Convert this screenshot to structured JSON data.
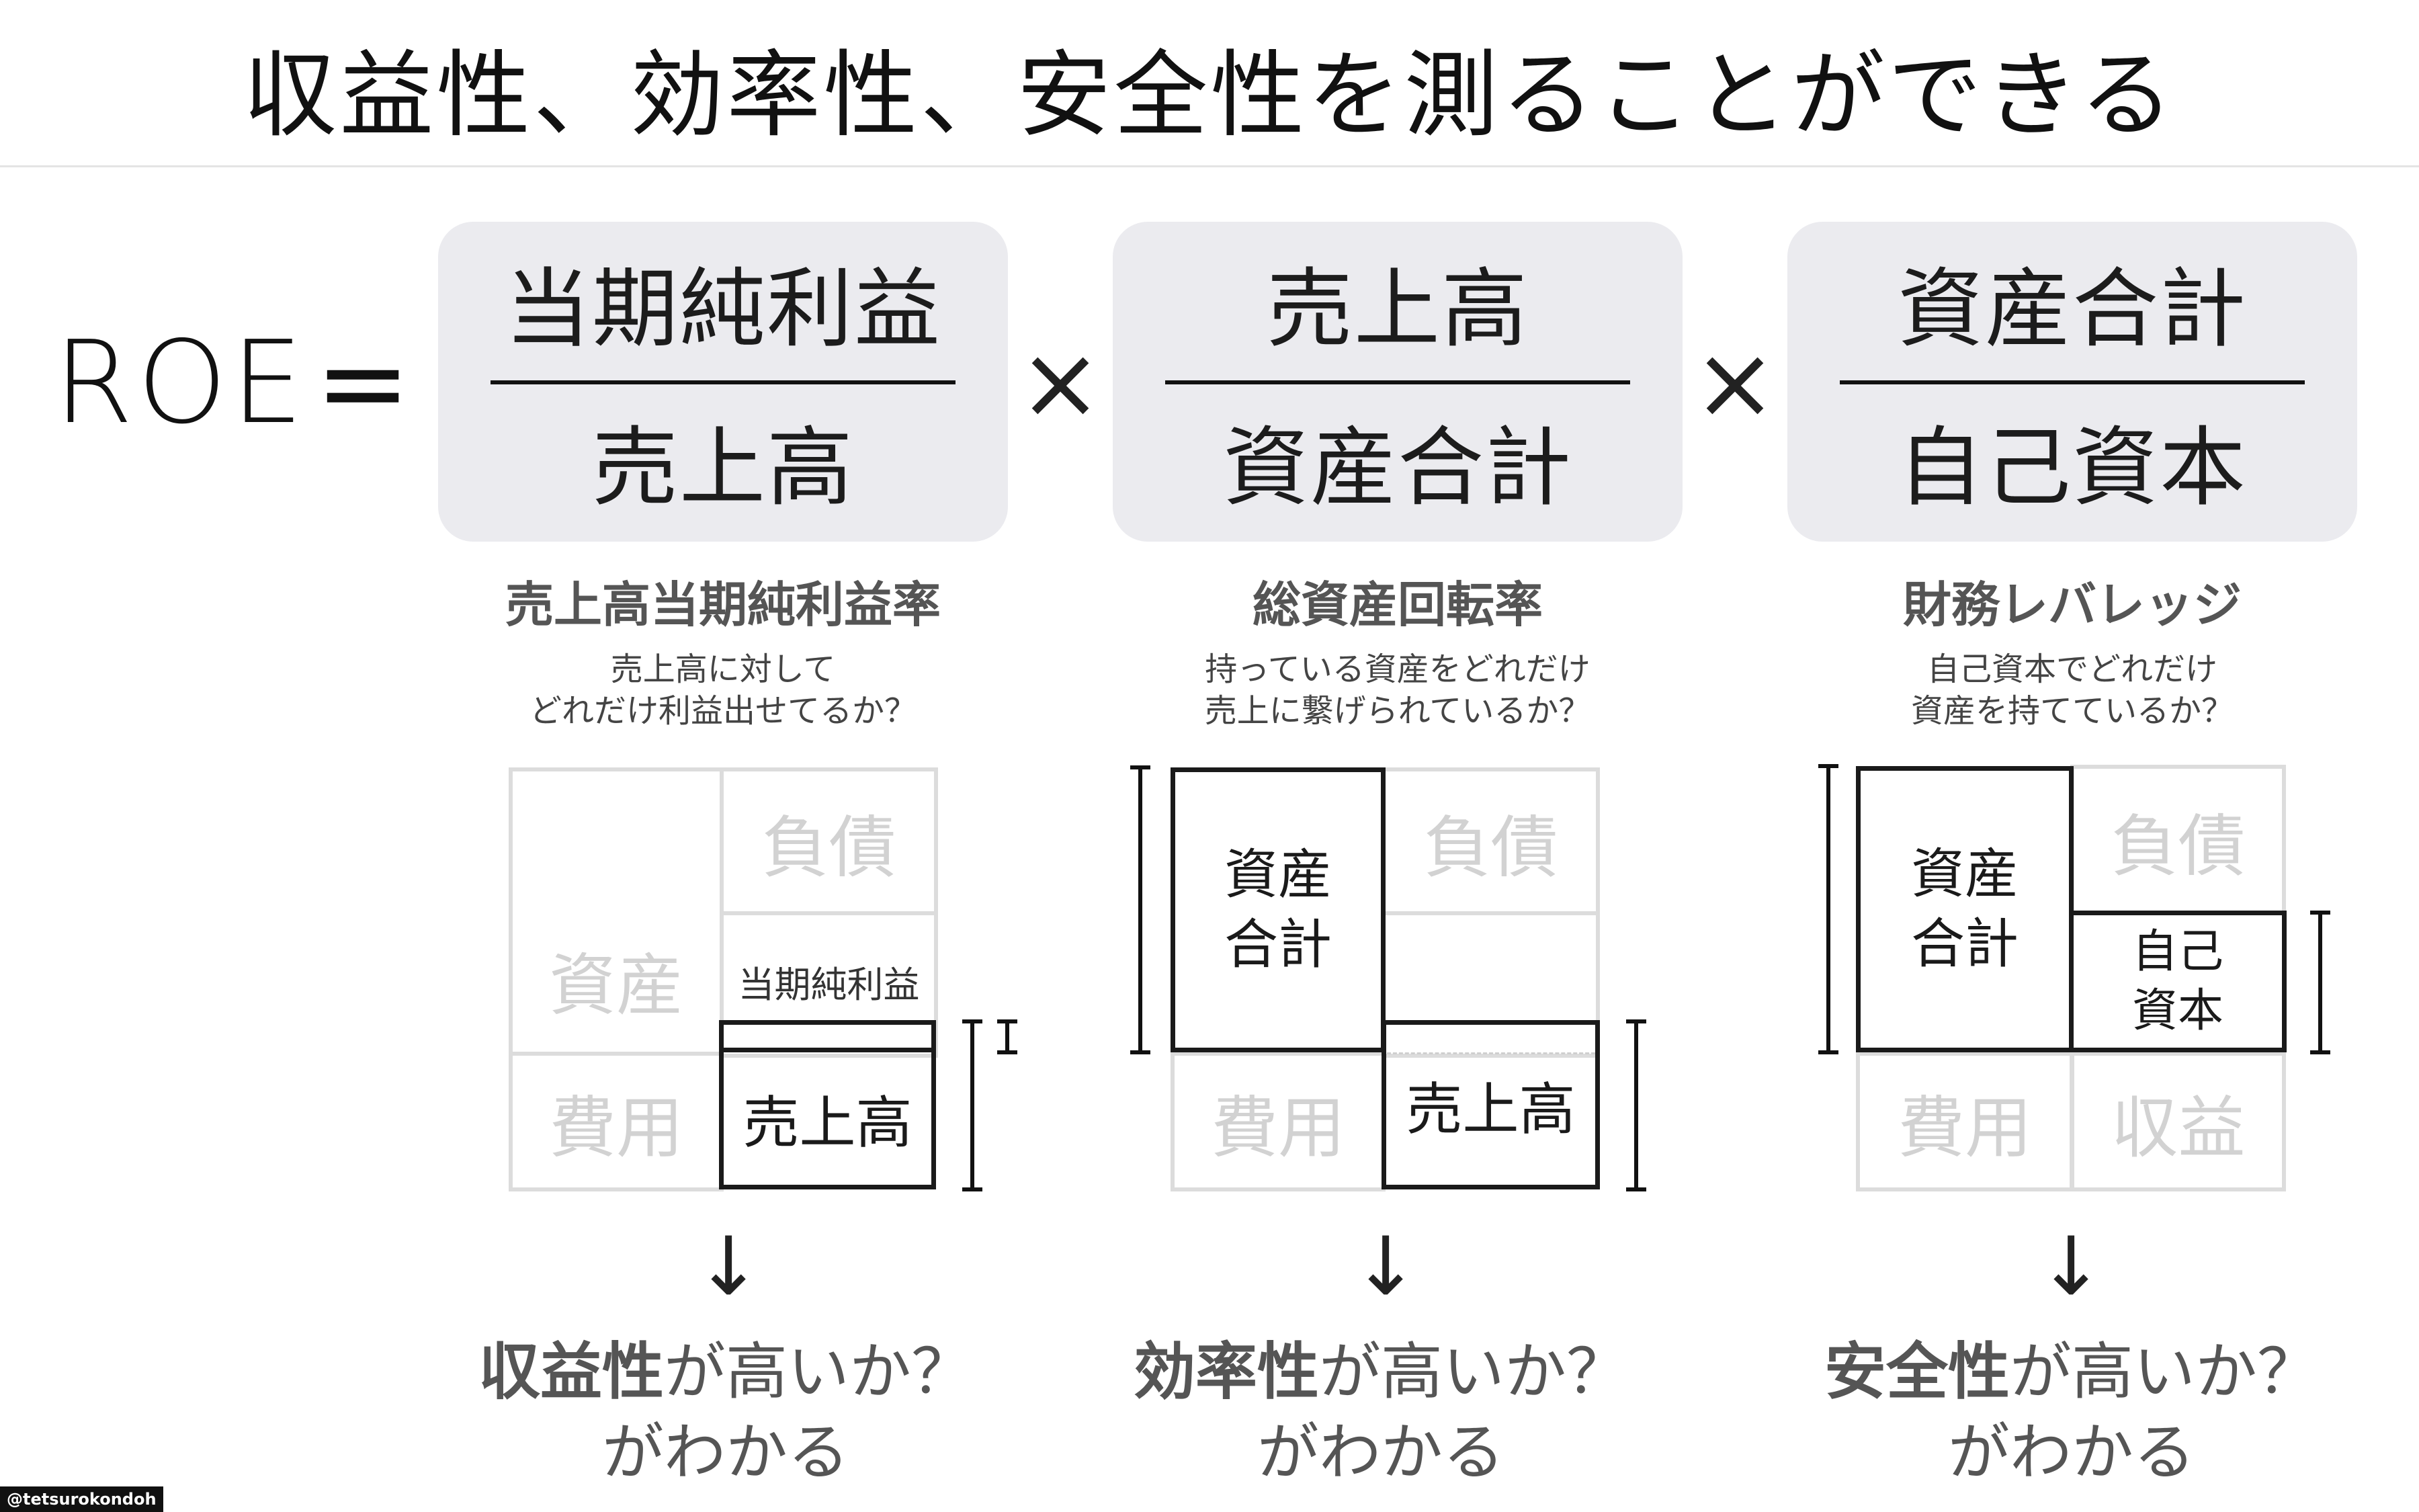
{
  "title": "収益性、効率性、安全性を測ることができる",
  "formula": {
    "lhs": "ROE",
    "equals": "=",
    "times": "×",
    "fractions": [
      {
        "numerator": "当期純利益",
        "denominator": "売上高"
      },
      {
        "numerator": "売上高",
        "denominator": "資産合計"
      },
      {
        "numerator": "資産合計",
        "denominator": "自己資本"
      }
    ]
  },
  "columns": [
    {
      "name": "売上高当期純利益率",
      "desc": [
        "売上高に対して",
        "どれだけ利益出せてるか？"
      ],
      "diagram": {
        "asset": "資産",
        "liability": "負債",
        "expense": "費用",
        "profit_label": "当期純利益",
        "sales": "売上高"
      },
      "arrow": "↓",
      "result_bold": "収益性",
      "result_rest": "が高いか？",
      "result_line2": "がわかる"
    },
    {
      "name": "総資産回転率",
      "desc": [
        "持っている資産をどれだけ",
        "売上に繋げられているか？"
      ],
      "diagram": {
        "asset_1": "資産",
        "asset_2": "合計",
        "liability": "負債",
        "expense": "費用",
        "sales": "売上高"
      },
      "arrow": "↓",
      "result_bold": "効率性",
      "result_rest": "が高いか？",
      "result_line2": "がわかる"
    },
    {
      "name": "財務レバレッジ",
      "desc": [
        "自己資本でどれだけ",
        "資産を持てているか？"
      ],
      "diagram": {
        "asset_1": "資産",
        "asset_2": "合計",
        "liability": "負債",
        "equity_1": "自己",
        "equity_2": "資本",
        "expense": "費用",
        "revenue": "収益"
      },
      "arrow": "↓",
      "result_bold": "安全性",
      "result_rest": "が高いか？",
      "result_line2": "がわかる"
    }
  ],
  "credit": "@tetsurokondoh"
}
